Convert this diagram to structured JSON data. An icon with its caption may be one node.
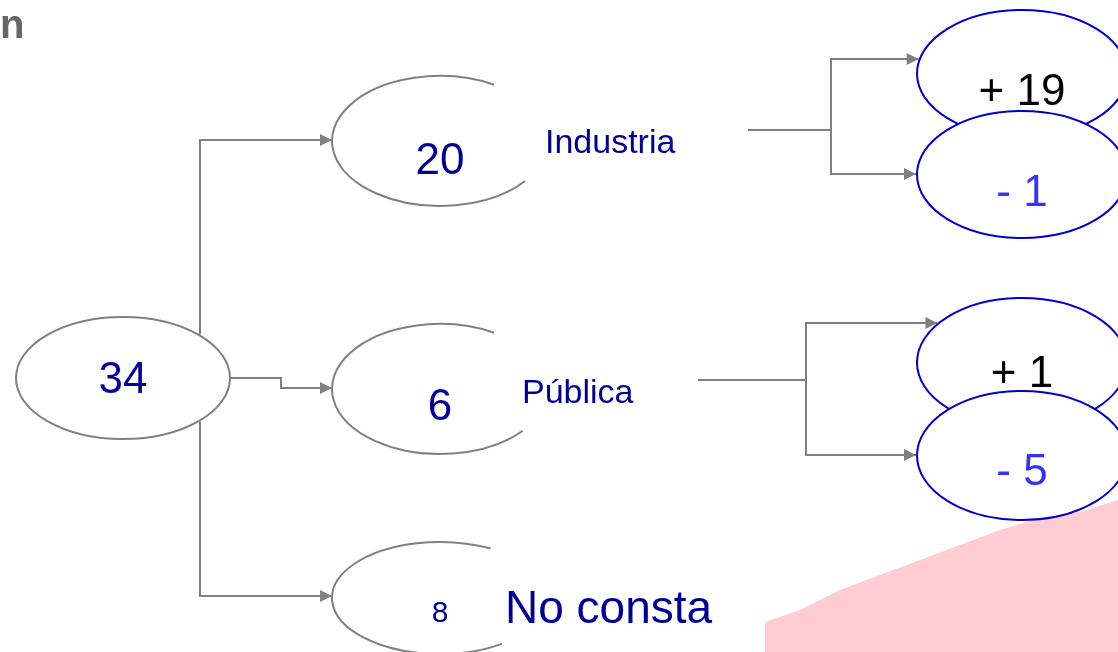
{
  "diagram": {
    "nodes": [
      {
        "text": [
          "34"
        ]
      },
      {
        "text": [
          "20"
        ]
      },
      {
        "text": [
          "Industria"
        ]
      },
      {
        "text": [
          "+ 19"
        ]
      },
      {
        "text": [
          "- 1"
        ]
      },
      {
        "text": [
          "6"
        ]
      },
      {
        "text": [
          "Pública"
        ]
      },
      {
        "text": [
          "+ 1"
        ]
      },
      {
        "text": [
          "- 5"
        ]
      },
      {
        "text": [
          "8"
        ]
      },
      {
        "text": [
          "No consta"
        ]
      }
    ],
    "edges": [
      {
        "from": 0,
        "to": 1,
        "arrow": "to"
      },
      {
        "from": 0,
        "to": 5,
        "arrow": "to"
      },
      {
        "from": 0,
        "to": 9,
        "arrow": "to"
      },
      {
        "from": 2,
        "to": 3,
        "arrow": "to"
      },
      {
        "from": 2,
        "to": 4,
        "arrow": "to"
      },
      {
        "from": 6,
        "to": 7,
        "arrow": "to"
      },
      {
        "from": 6,
        "to": 8,
        "arrow": "to"
      }
    ],
    "labels": [
      "n"
    ]
  }
}
